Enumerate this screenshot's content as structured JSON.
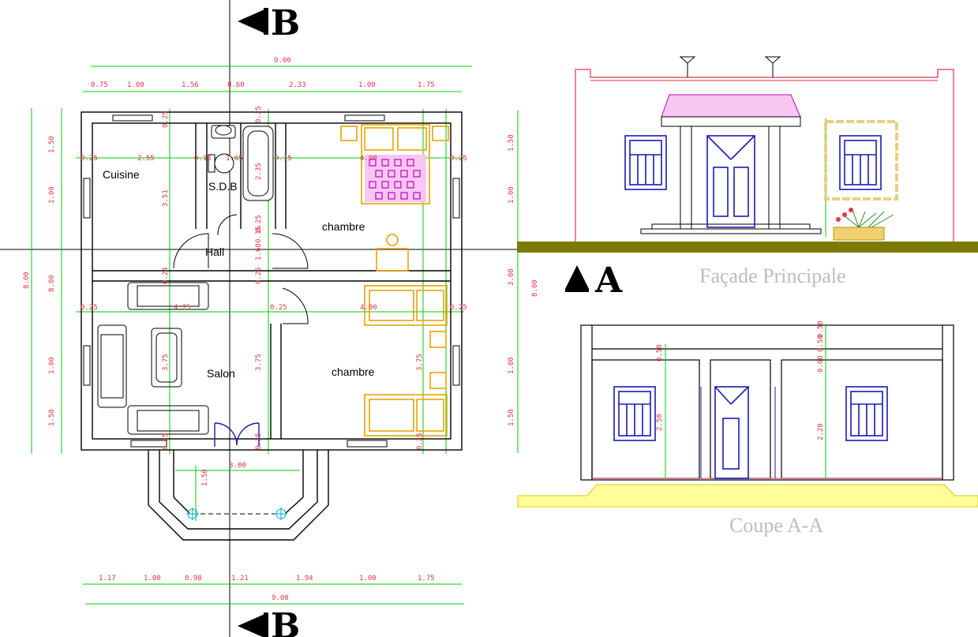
{
  "markers": {
    "section_b_top": "B",
    "section_b_bottom": "B",
    "section_a": "A"
  },
  "rooms": {
    "cuisine": "Cuisine",
    "sdb": "S.D.B",
    "hall": "Hall",
    "chambre_top": "chambre",
    "salon": "Salon",
    "chambre_bottom": "chambre"
  },
  "titles": {
    "facade": "Façade Principale",
    "coupe": "Coupe A-A"
  },
  "dimensions": {
    "top_total": "9.00",
    "top_segments": [
      "0.75",
      "1.00",
      "1.56",
      "0.60",
      "2.33",
      "1.00",
      "1.75"
    ],
    "bottom_segments": [
      "1.17",
      "1.00",
      "0.98",
      "1.21",
      "1.94",
      "1.00",
      "1.75"
    ],
    "bottom_total": "9.00",
    "left_outer": "8.00",
    "left_inner": "8.00",
    "left_segments": [
      "1.50",
      "1.00",
      "1.00",
      "1.50"
    ],
    "inner": {
      "d025a": "0.25",
      "d255": "2.55",
      "d015a": "0.15",
      "d165": "1.65",
      "d015b": "0.15",
      "d400a": "4.00",
      "d025b": "0.25",
      "d351": "3.51",
      "d235": "2.35",
      "d025c": "0.25",
      "d025d": "0.25",
      "d025e": "0.25",
      "d160": "1.60",
      "d015c": "0.15",
      "d024": "0.24",
      "d025f": "0.25",
      "d025g": "0.25",
      "d425": "4.25",
      "d025h": "0.25",
      "d400b": "4.00",
      "d025i": "0.25",
      "d375a": "3.75",
      "d375b": "3.75",
      "d375c": "3.75",
      "d025j": "0.25",
      "d025k": "0.25",
      "d025l": "0.25",
      "d300": "3.00",
      "d150": "1.50"
    },
    "facade_left": [
      "1.50",
      "1.00"
    ],
    "facade_height": "8.00",
    "facade_mid": "3.00",
    "coupe_left": [
      "1.00",
      "1.50"
    ],
    "coupe_dims": [
      "0.50",
      "2.50",
      "0.60",
      "0.50",
      "0.50",
      "2.20"
    ]
  },
  "colors": {
    "wall": "#000000",
    "dimension": "#e8334a",
    "dimline": "#00cc00",
    "window": "#1a1ab4",
    "furniture": "#e8a400",
    "bedspread": "#c000c0",
    "ground": "#7a7a00",
    "footing": "#ffff99",
    "title": "#bdbdbd"
  }
}
